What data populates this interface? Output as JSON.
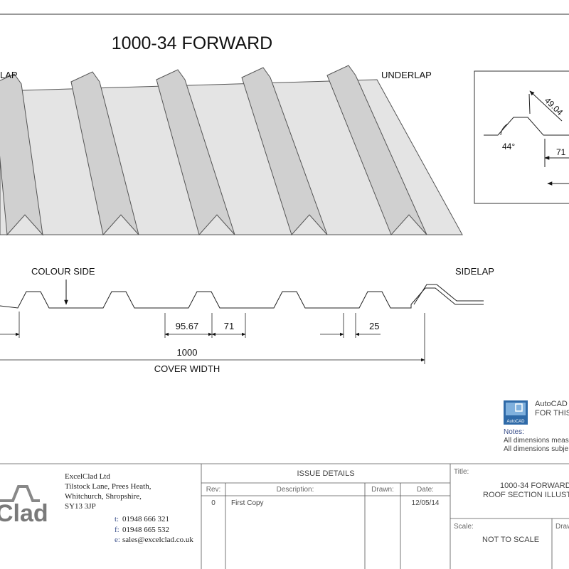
{
  "drawing": {
    "title": "1000-34 FORWARD",
    "label_overlap": "LAP",
    "label_underlap": "UNDERLAP",
    "label_colour_side": "COLOUR SIDE",
    "label_sidelap": "SIDELAP",
    "dim_95": "95.67",
    "dim_71": "71",
    "dim_25": "25",
    "dim_1000": "1000",
    "label_cover_width": "COVER WIDTH"
  },
  "detail": {
    "angle": "44°",
    "slope": "49.04",
    "crest": "71"
  },
  "autocad": {
    "line1": "AutoCAD",
    "line2": "FOR THIS",
    "logo_text": "AutoCAD",
    "notes_label": "Notes:",
    "note1": "All dimensions meas",
    "note2": "All dimensions subje"
  },
  "company": {
    "logo_text": "Clad",
    "name": "ExcelClad Ltd",
    "addr1": "Tilstock Lane, Prees Heath,",
    "addr2": "Whitchurch, Shropshire,",
    "addr3": "SY13 3JP",
    "tel_prefix": "t:",
    "tel": "01948  666  321",
    "fax_prefix": "f:",
    "fax": "01948  665  532",
    "email_prefix": "e:",
    "email": "sales@excelclad.co.uk"
  },
  "issue": {
    "heading": "ISSUE DETAILS",
    "col_rev": "Rev:",
    "col_desc": "Description:",
    "col_drawn": "Drawn:",
    "col_date": "Date:",
    "rows": [
      {
        "rev": "0",
        "desc": "First Copy",
        "drawn": "",
        "date": "12/05/14"
      }
    ]
  },
  "titleblock": {
    "title_label": "Title:",
    "title_line1": "1000-34 FORWARD",
    "title_line2": "ROOF SECTION ILLUST",
    "scale_label": "Scale:",
    "scale_value": "NOT TO SCALE",
    "drawn_label": "Draw"
  }
}
